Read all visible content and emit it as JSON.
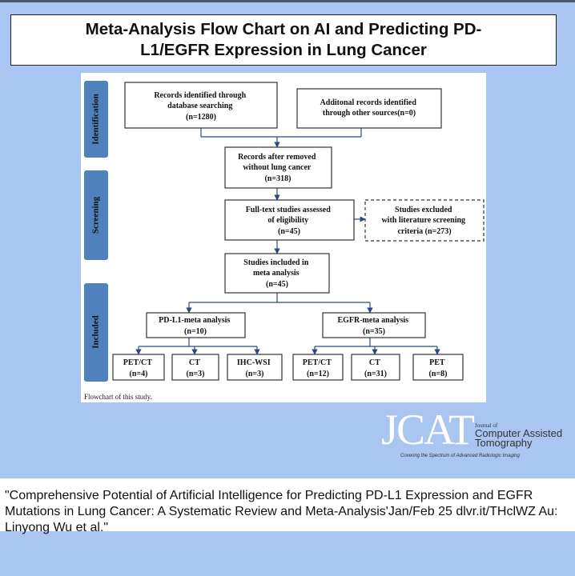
{
  "title": "Meta-Analysis Flow Chart on AI and Predicting PD-L1/EGFR Expression in Lung Cancer",
  "flowchart": {
    "stages": [
      "Identification",
      "Screening",
      "Included"
    ],
    "boxes": {
      "db_search": [
        "Records identified through",
        "database searching",
        "(n=1280)"
      ],
      "other_sources": [
        "Additonal records identified",
        "through other sources(n=0)"
      ],
      "after_removed": [
        "Records after removed",
        "without lung cancer",
        "(n=318)"
      ],
      "full_text": [
        "Full-text studies assessed",
        "of eligibility",
        "(n=45)"
      ],
      "excluded": [
        "Studies excluded",
        "with literature screening",
        "criteria (n=273)"
      ],
      "included": [
        "Studies included in",
        "meta analysis",
        "(n=45)"
      ],
      "pdl1_meta": [
        "PD-L1-meta analysis",
        "(n=10)"
      ],
      "egfr_meta": [
        "EGFR-meta analysis",
        "(n=35)"
      ],
      "pdl1_petct": [
        "PET/CT",
        "(n=4)"
      ],
      "pdl1_ct": [
        "CT",
        "(n=3)"
      ],
      "pdl1_ihc": [
        "IHC-WSI",
        "(n=3)"
      ],
      "egfr_petct": [
        "PET/CT",
        "(n=12)"
      ],
      "egfr_ct": [
        "CT",
        "(n=31)"
      ],
      "egfr_pet": [
        "PET",
        "(n=8)"
      ]
    },
    "caption": "Flowchart of this study."
  },
  "logo": {
    "letters": "JCAT",
    "journal_of": "Journal of",
    "name_line1": "Computer Assisted",
    "name_line2": "Tomography",
    "tagline": "Covering the Spectrum of Advanced Radiologic Imaging"
  },
  "citation": "\"Comprehensive Potential of Artificial Intelligence for Predicting PD-L1 Expression and EGFR Mutations in Lung Cancer: A Systematic Review and Meta-Analysis'Jan/Feb 25 dlvr.it/THclWZ Au: Linyong Wu et al.\"",
  "colors": {
    "background": "#a9c6f2",
    "stage_bar": "#4f81bd",
    "box_stroke": "#333333",
    "arrow": "#2e4a7a"
  }
}
